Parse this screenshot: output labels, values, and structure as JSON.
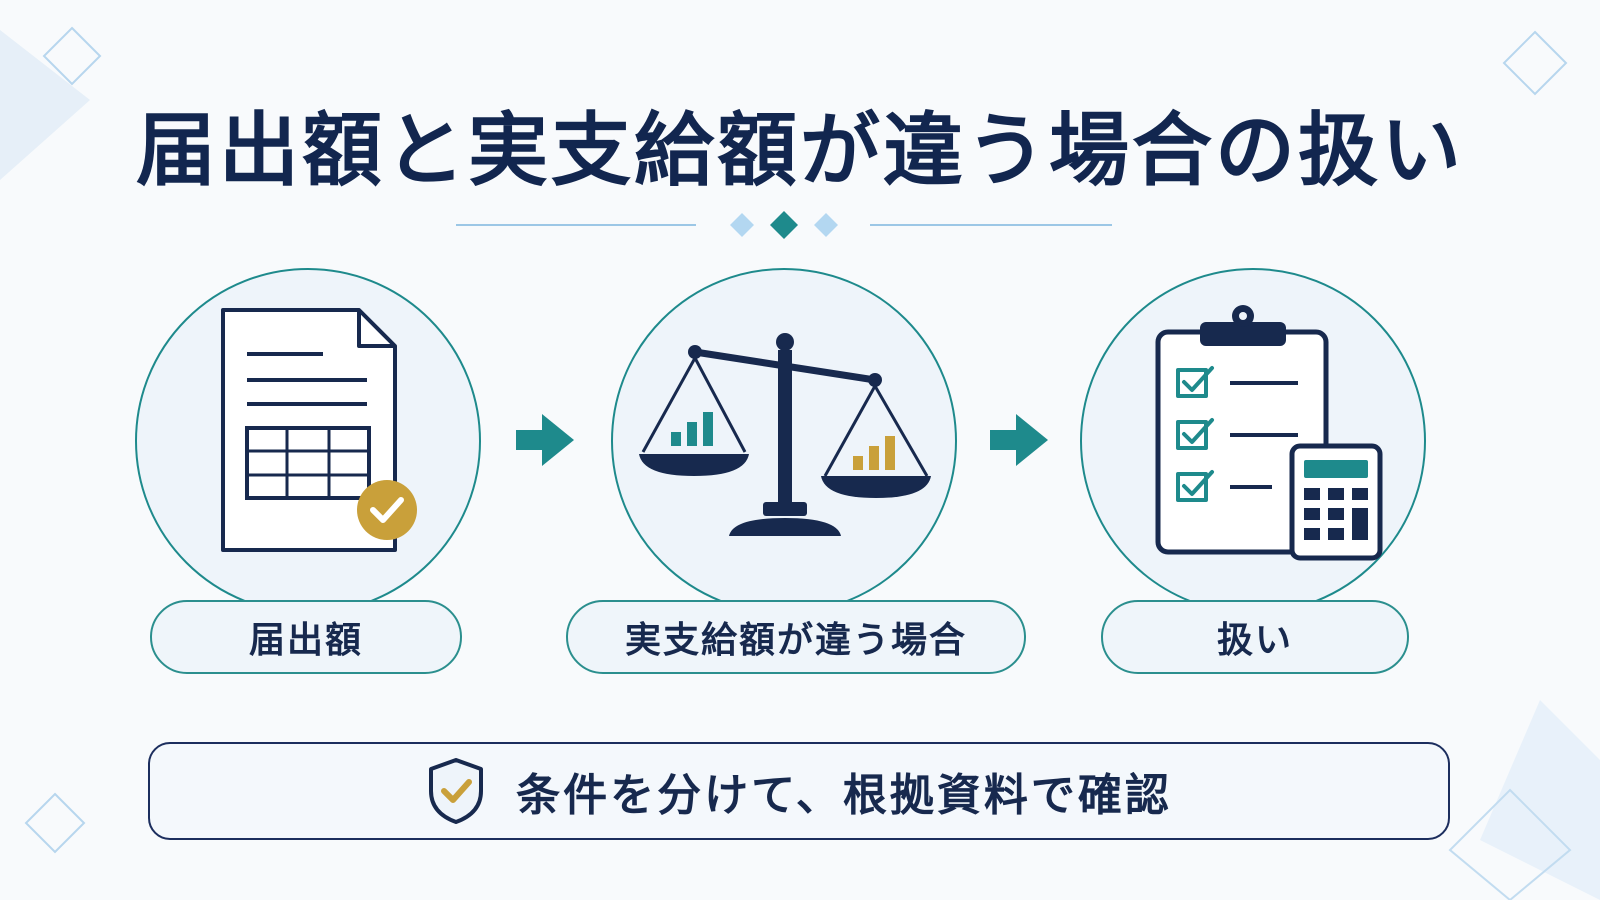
{
  "title": "届出額と実支給額が違う場合の扱い",
  "steps": [
    {
      "label": "届出額",
      "icon": "document-check-icon"
    },
    {
      "label": "実支給額が違う場合",
      "icon": "balance-scale-icon"
    },
    {
      "label": "扱い",
      "icon": "clipboard-calculator-icon"
    }
  ],
  "footer": {
    "text": "条件を分けて、根拠資料で確認",
    "icon": "shield-check-icon"
  },
  "colors": {
    "navy": "#12264f",
    "teal": "#1e8a8c",
    "gold": "#c9a03a",
    "light_blue": "#a9d0ee"
  }
}
